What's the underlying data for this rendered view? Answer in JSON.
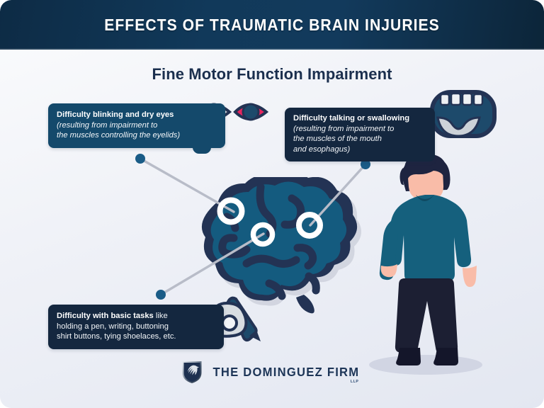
{
  "header": {
    "title": "EFFECTS OF TRAUMATIC BRAIN INJURIES"
  },
  "subtitle": "Fine Motor Function Impairment",
  "callouts": [
    {
      "id": "eyes",
      "icon": "eyes-icon",
      "lines": [
        {
          "text": "Difficulty blinking and dry eyes",
          "style": "bold"
        },
        {
          "text": "(resulting from impairment to",
          "style": "italic"
        },
        {
          "text": "the muscles controlling the eyelids)",
          "style": "italic"
        }
      ]
    },
    {
      "id": "mouth",
      "icon": "mouth-icon",
      "lines": [
        {
          "text": "Difficulty talking or swallowing",
          "style": "bold"
        },
        {
          "text": "(resulting from impairment to",
          "style": "italic"
        },
        {
          "text": "the muscles of the mouth",
          "style": "italic"
        },
        {
          "text": "and esophagus)",
          "style": "italic"
        }
      ]
    },
    {
      "id": "tasks",
      "icon": "hand-pen-icon",
      "lines": [
        {
          "text": "Difficulty with basic tasks",
          "style": "bold",
          "suffix": " like"
        },
        {
          "text": "holding a pen, writing, buttoning",
          "style": "regular"
        },
        {
          "text": "shirt buttons, tying shoelaces, etc.",
          "style": "regular"
        }
      ]
    }
  ],
  "illustration": {
    "brain": "brain-icon",
    "person": "standing-person-illustration",
    "markers": [
      "brain-marker-upper-left",
      "brain-marker-center",
      "brain-marker-right"
    ]
  },
  "logo": {
    "mark": "dominguez-shield-eagle-logo",
    "name": "THE DOMINGUEZ FIRM",
    "suffix": "LLP"
  },
  "colors": {
    "header_navy": "#11395a",
    "box_teal": "#14496b",
    "box_navy": "#14273f",
    "brain_blue": "#145b7f",
    "brain_fold": "#233354",
    "accent_pink": "#e8255f",
    "sweater": "#15607d",
    "pants": "#1c1f33",
    "skin": "#f5b5a0",
    "background": "#eef0f7"
  }
}
